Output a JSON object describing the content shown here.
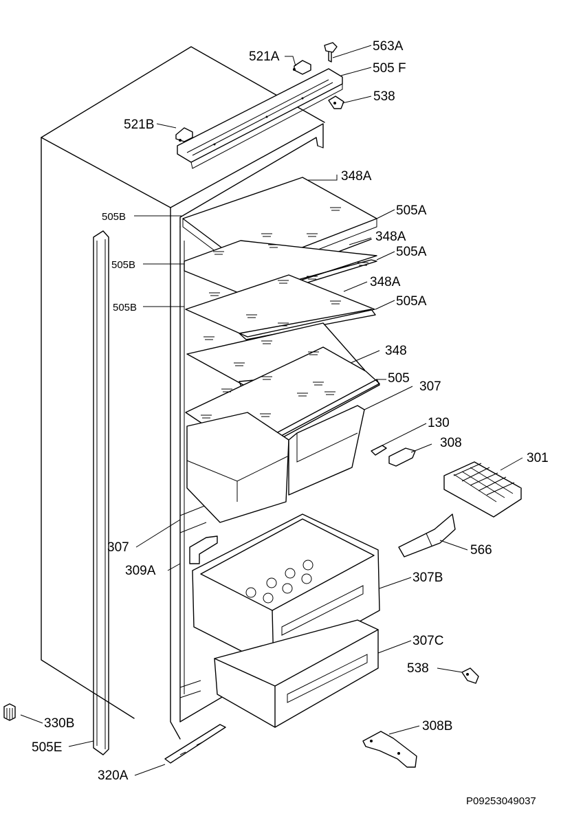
{
  "diagram": {
    "footer_code": "P09253049037",
    "parts": [
      {
        "id": "563a",
        "label": "563A"
      },
      {
        "id": "521a",
        "label": "521A"
      },
      {
        "id": "505f",
        "label": "505 F"
      },
      {
        "id": "538-top",
        "label": "538"
      },
      {
        "id": "521b",
        "label": "521B"
      },
      {
        "id": "348a-1",
        "label": "348A"
      },
      {
        "id": "505b-1",
        "label": "505B"
      },
      {
        "id": "505a-1",
        "label": "505A"
      },
      {
        "id": "348a-2",
        "label": "348A"
      },
      {
        "id": "505b-2",
        "label": "505B"
      },
      {
        "id": "505a-2",
        "label": "505A"
      },
      {
        "id": "348a-3",
        "label": "348A"
      },
      {
        "id": "505b-3",
        "label": "505B"
      },
      {
        "id": "505a-3",
        "label": "505A"
      },
      {
        "id": "348",
        "label": "348"
      },
      {
        "id": "505",
        "label": "505"
      },
      {
        "id": "307",
        "label": "307"
      },
      {
        "id": "130",
        "label": "130"
      },
      {
        "id": "308",
        "label": "308"
      },
      {
        "id": "301",
        "label": "301"
      },
      {
        "id": "307-left",
        "label": "307"
      },
      {
        "id": "566",
        "label": "566"
      },
      {
        "id": "309a",
        "label": "309A"
      },
      {
        "id": "307b",
        "label": "307B"
      },
      {
        "id": "307c",
        "label": "307C"
      },
      {
        "id": "538-bottom",
        "label": "538"
      },
      {
        "id": "330b",
        "label": "330B"
      },
      {
        "id": "308b",
        "label": "308B"
      },
      {
        "id": "505e",
        "label": "505E"
      },
      {
        "id": "320a",
        "label": "320A"
      }
    ]
  }
}
